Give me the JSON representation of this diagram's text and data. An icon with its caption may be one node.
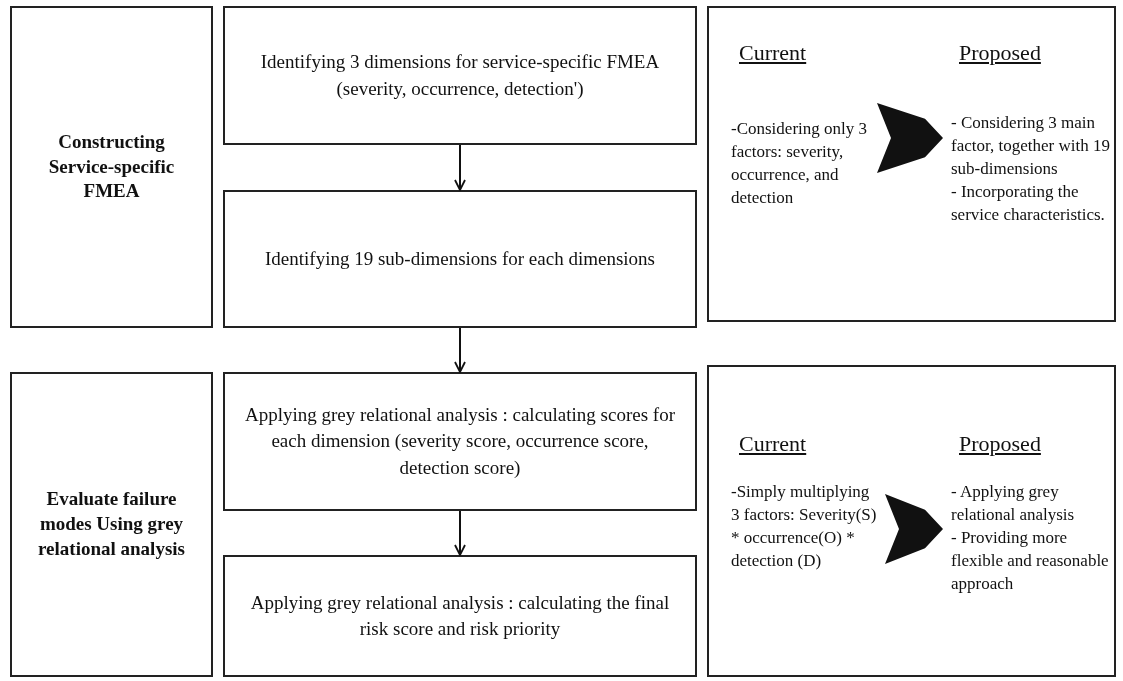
{
  "diagram": {
    "nodes": [
      {
        "text": [
          "Constructing Service-specific FMEA"
        ]
      },
      {
        "text": [
          "Identifying 3 dimensions for service-specific FMEA (severity, occurrence, detection')"
        ]
      },
      {
        "text": [
          "Identifying 19 sub-dimensions for each dimensions"
        ]
      },
      {
        "text": [],
        "shape": "box"
      },
      {
        "text": [
          "Current",
          "-Considering only 3 factors: severity, occurrence, and detection"
        ],
        "in": 3
      },
      {
        "text": [
          "Proposed",
          "- Considering 3 main factor, together with 19 sub-dimensions",
          "- Incorporating the service characteristics."
        ],
        "in": 3
      },
      {
        "text": [
          "Evaluate failure modes Using grey relational analysis"
        ]
      },
      {
        "text": [
          "Applying grey relational analysis : calculating scores for each dimension (severity score, occurrence score, detection score)"
        ]
      },
      {
        "text": [
          "Applying grey relational analysis : calculating the final risk score and risk priority"
        ]
      },
      {
        "text": [],
        "shape": "box"
      },
      {
        "text": [
          "Current",
          "-Simply multiplying 3 factors: Severity(S) * occurrence(O) * detection (D)"
        ],
        "in": 9
      },
      {
        "text": [
          "Proposed",
          "- Applying grey relational analysis",
          "- Providing more flexible and reasonable approach"
        ],
        "in": 9
      }
    ],
    "edges": [
      {
        "from": 1,
        "to": 2,
        "arrow": "to"
      },
      {
        "from": 2,
        "to": 7,
        "arrow": "to"
      },
      {
        "from": 7,
        "to": 8,
        "arrow": "to"
      },
      {
        "from": 4,
        "to": 5,
        "arrow": "to",
        "style": "thick"
      },
      {
        "from": 10,
        "to": 11,
        "arrow": "to",
        "style": "thick"
      }
    ]
  }
}
